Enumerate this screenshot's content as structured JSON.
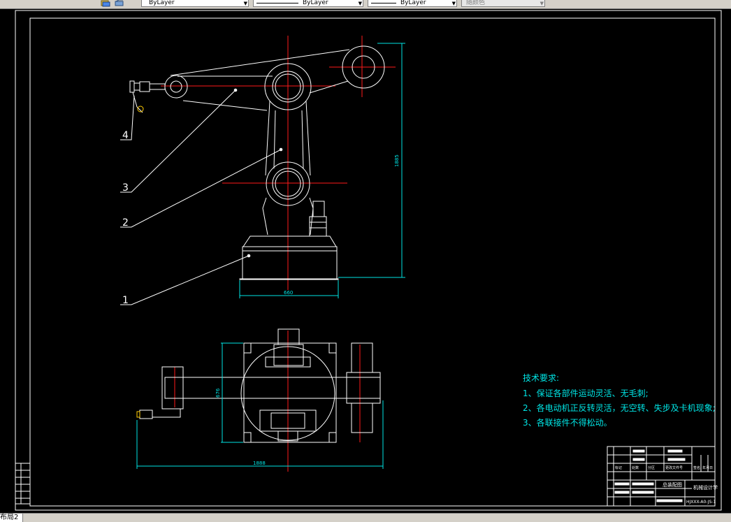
{
  "toolbar": {
    "layer_combo_1": "ByLayer",
    "layer_combo_2": "ByLayer",
    "layer_combo_3": "ByLayer",
    "color_combo": "随颜色"
  },
  "drawing": {
    "side_view": {
      "callouts": [
        "1",
        "2",
        "3",
        "4"
      ],
      "dim_height": "1885",
      "dim_base_width": "660"
    },
    "top_view": {
      "dim_width": "1888",
      "dim_vertical": "676"
    },
    "tech_requirements": {
      "title": "技术要求:",
      "notes": [
        "1、保证各部件运动灵活、无毛刺;",
        "2、各电动机正反转灵活，无空转、失步及卡机现象;",
        "3、各联接件不得松动。"
      ]
    },
    "title_block": {
      "part_name": "总装配图",
      "company": "机械设计学",
      "drawing_no": "HJXXX-A0-JS-1",
      "small_labels": [
        "标记",
        "处数",
        "分区",
        "更改文件号",
        "签名",
        "年月日"
      ]
    }
  },
  "status_bar": {
    "layout_tab": "布局2"
  },
  "colors": {
    "background": "#000000",
    "lines": "#ffffff",
    "centerlines": "#ff0000",
    "dimensions": "#00ffff"
  }
}
